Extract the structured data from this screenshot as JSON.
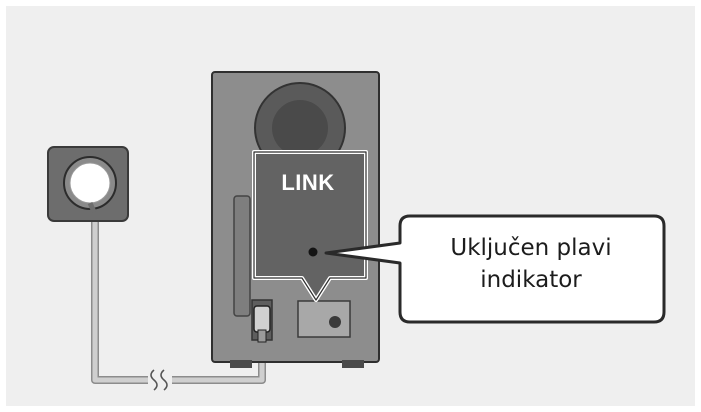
{
  "panel": {
    "link_label": "LINK",
    "callout_line1": "Uključen plavi",
    "callout_line2": "indikator"
  },
  "colors": {
    "background_panel": "#efefef",
    "subwoofer_body": "#8d8d8d",
    "link_panel": "#636363",
    "indicator_dot": "#141414",
    "cable": "#c8c8c8",
    "callout_border": "#2a2a2a"
  },
  "icons": [
    "power-outlet-icon",
    "power-plug-icon",
    "cable-break-icon"
  ]
}
